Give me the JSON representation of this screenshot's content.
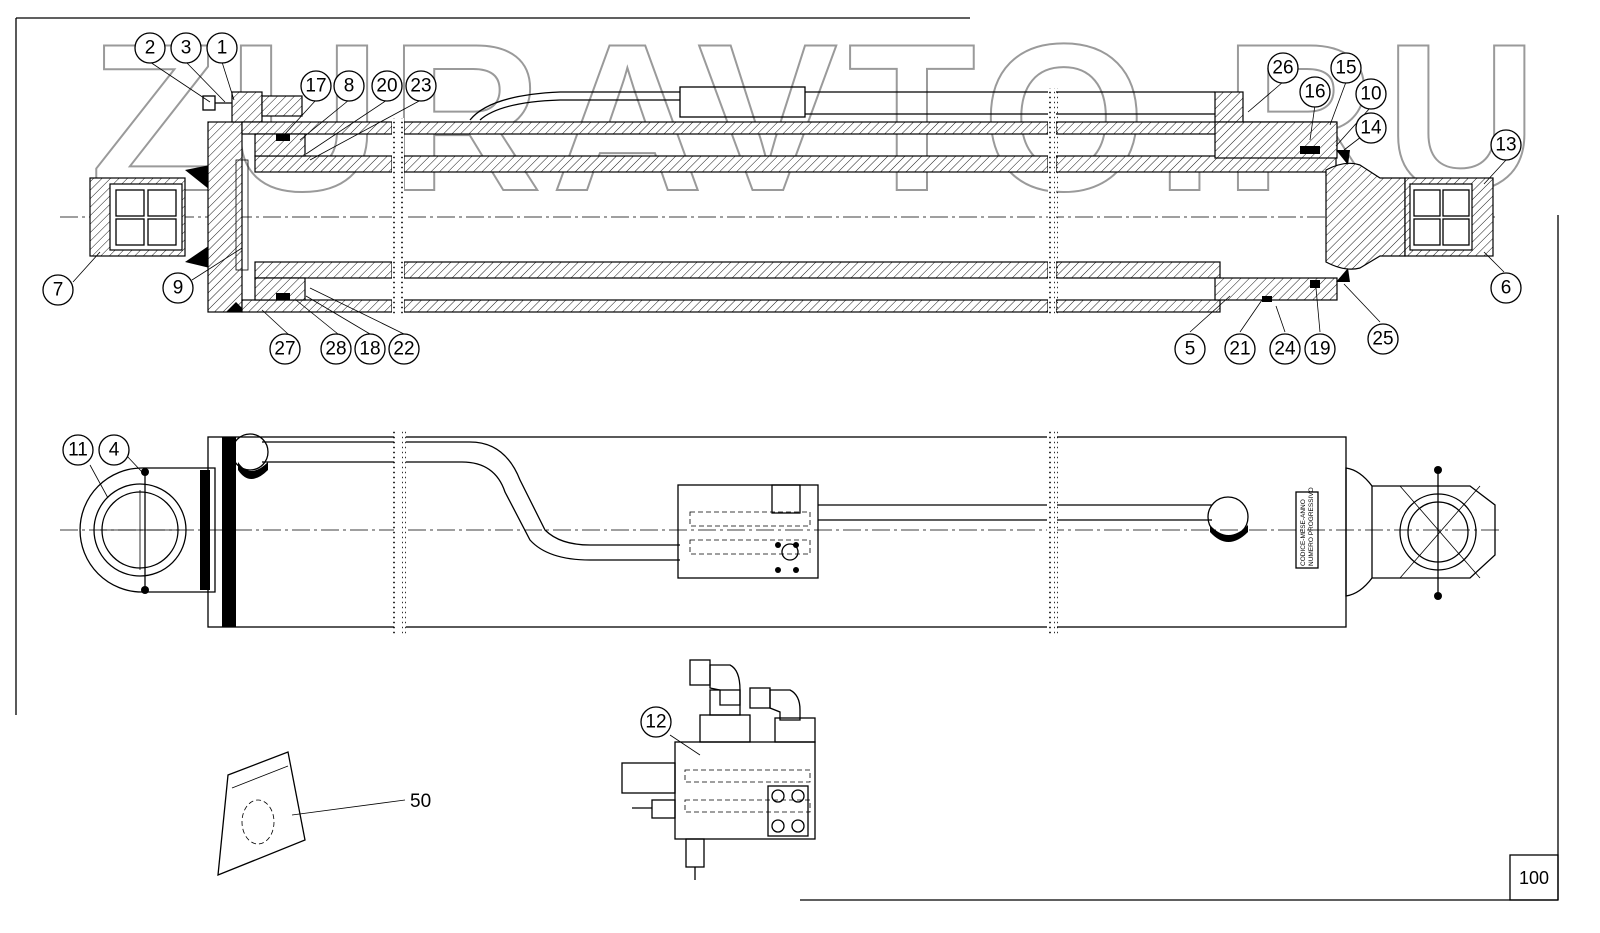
{
  "watermark": "ZURAVTO.RU",
  "page_number": "100",
  "kit_label": "50",
  "nameplate": {
    "line1": "CODICE-MESE-ANNO",
    "line2": "NUMERO PROGRESSIVO"
  },
  "callouts": [
    "1",
    "2",
    "3",
    "4",
    "5",
    "6",
    "7",
    "8",
    "9",
    "10",
    "11",
    "12",
    "13",
    "14",
    "15",
    "16",
    "17",
    "18",
    "19",
    "20",
    "21",
    "22",
    "23",
    "24",
    "25",
    "26",
    "27",
    "28"
  ]
}
